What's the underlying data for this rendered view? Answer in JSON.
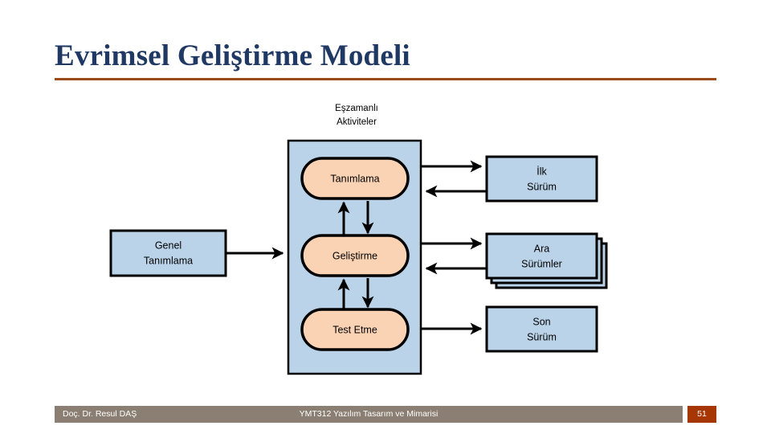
{
  "slide": {
    "title": "Evrimsel Geliştirme Modeli",
    "accent_color": "#9C4A1A",
    "title_color": "#1F3864"
  },
  "diagram": {
    "caption": {
      "line1": "Eşzamanlı",
      "line2": "Aktiviteler"
    },
    "input_box": {
      "line1": "Genel",
      "line2": "Tanımlama"
    },
    "activities": [
      {
        "label": "Tanımlama"
      },
      {
        "label": "Geliştirme"
      },
      {
        "label": "Test Etme"
      }
    ],
    "outputs": [
      {
        "line1": "İlk",
        "line2": "Sürüm",
        "stacked": false
      },
      {
        "line1": "Ara",
        "line2": "Sürümler",
        "stacked": true
      },
      {
        "line1": "Son",
        "line2": "Sürüm",
        "stacked": false
      }
    ],
    "colors": {
      "panel_fill": "#BAD3E9",
      "activity_fill": "#FAD2B4",
      "box_fill": "#BAD3E9",
      "stroke": "#000000"
    }
  },
  "footer": {
    "author": "Doç. Dr. Resul DAŞ",
    "course": "YMT312 Yazılım Tasarım ve Mimarisi",
    "slide_number": "51",
    "bar_color": "#8A7F72",
    "number_color": "#A63603"
  }
}
